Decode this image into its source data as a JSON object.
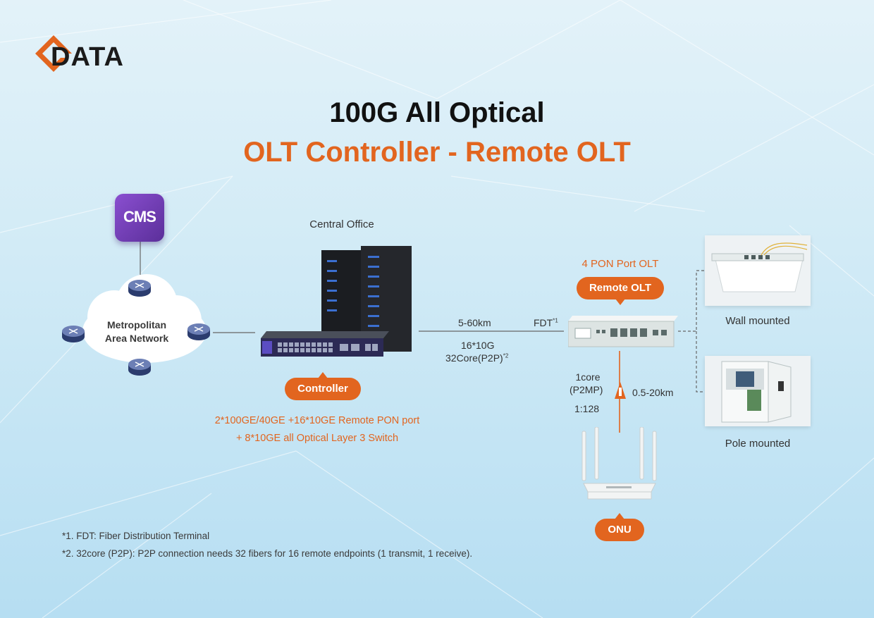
{
  "logo": {
    "text": "DATA"
  },
  "title": {
    "line1": "100G All Optical",
    "line2": "OLT Controller - Remote OLT"
  },
  "nodes": {
    "cms": {
      "label": "CMS"
    },
    "metro": {
      "line1": "Metropolitan",
      "line2": "Area Network"
    },
    "central_office": {
      "label": "Central Office"
    },
    "controller": {
      "badge": "Controller",
      "desc_line1": "2*100GE/40GE +16*10GE Remote PON port",
      "desc_line2": "+ 8*10GE  all Optical Layer 3  Switch"
    },
    "olt": {
      "title": "4 PON Port OLT",
      "badge": "Remote OLT"
    },
    "onu": {
      "badge": "ONU"
    },
    "wall": {
      "label": "Wall mounted"
    },
    "pole": {
      "label": "Pole mounted"
    }
  },
  "links": {
    "distance": "5-60km",
    "fdt": "FDT",
    "fdt_sup": "*1",
    "ports": "16*10G",
    "cores": "32Core(P2P)",
    "cores_sup": "*2",
    "onu_core": "1core",
    "onu_mode": "(P2MP)",
    "onu_ratio": "1:128",
    "onu_distance": "0.5-20km"
  },
  "footnotes": [
    "1. FDT: Fiber Distribution Terminal",
    "2. 32core (P2P): P2P connection needs 32 fibers for 16 remote endpoints (1 transmit, 1 receive)."
  ],
  "colors": {
    "accent": "#e2651f",
    "cms": "#6a3bb5",
    "title": "#111111"
  },
  "icons": [
    "router-icon",
    "splitter-icon",
    "cloud-icon"
  ]
}
